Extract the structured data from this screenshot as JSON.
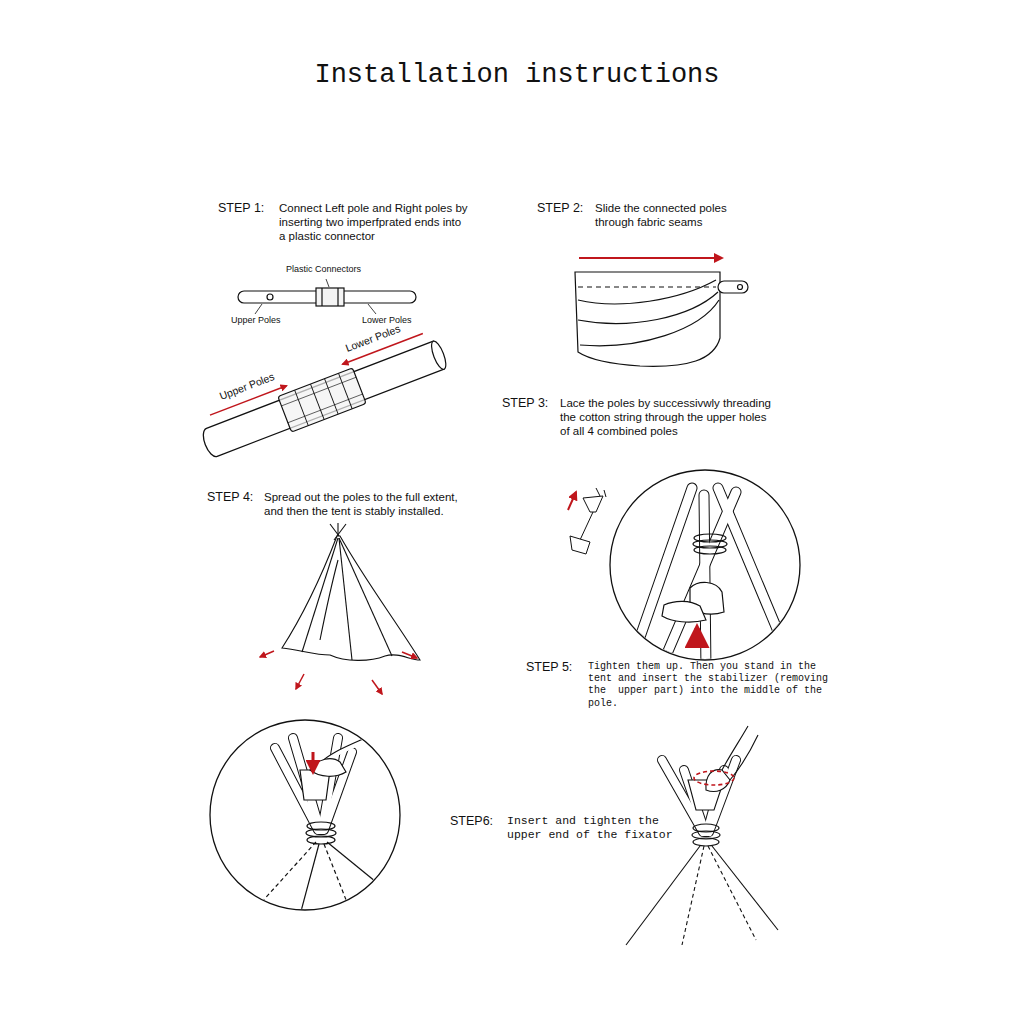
{
  "diagram": {
    "title": "Installation instructions",
    "labels": [
      "STEP 1:",
      "Connect Left pole and Right poles by inserting two imperfprated ends into a plastic connector",
      "Plastic Connectors",
      "Upper Poles",
      "Lower Poles",
      "Upper Poles",
      "Lower Poles",
      "STEP 2:",
      "Slide the connected poles through fabric seams",
      "STEP 3:",
      "Lace the poles by successivwly threading the cotton string through the upper holes of all 4 combined poles",
      "STEP 4:",
      "Spread out the poles to the full extent, and then the tent is stably installed.",
      "STEP 5:",
      "Tighten them up. Then you stand in the tent and insert the stabilizer (removing the  upper part) into the middle of the pole.",
      "STEP6:",
      "Insert and tighten the upper end of the fixator"
    ]
  }
}
